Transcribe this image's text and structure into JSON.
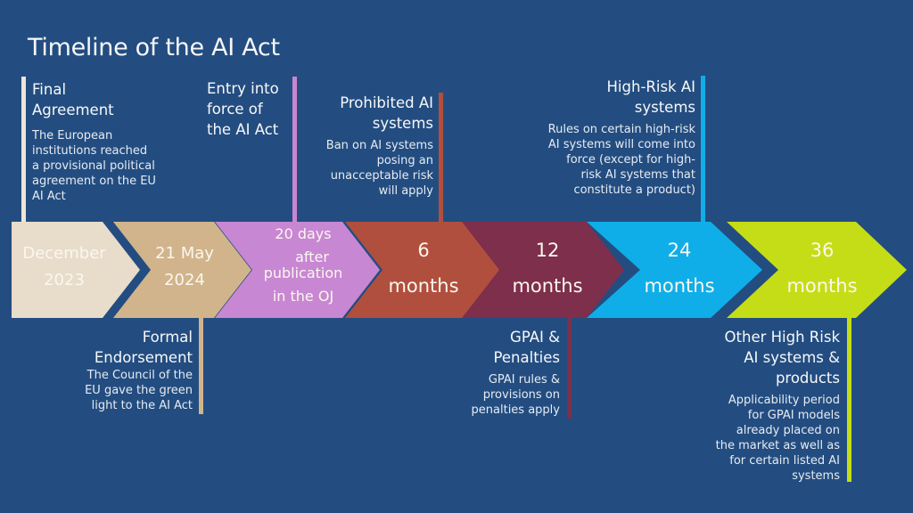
{
  "title": "Timeline of the AI Act",
  "colors": {
    "background": "#234d80",
    "stage1": "#e8dccb",
    "stage2": "#d1b48c",
    "stage3": "#c887d2",
    "stage4": "#b14f3e",
    "stage5": "#7e2f4b",
    "stage6": "#10aee8",
    "stage7": "#c5dd16"
  },
  "stages": [
    {
      "line1": "December",
      "line2": "2023"
    },
    {
      "line1": "21 May",
      "line2": "2024"
    },
    {
      "line1": "20 days",
      "line2": "after",
      "line3": "publication",
      "line4": "in the OJ"
    },
    {
      "line1": "6",
      "line2": "months"
    },
    {
      "line1": "12",
      "line2": "months"
    },
    {
      "line1": "24",
      "line2": "months"
    },
    {
      "line1": "36",
      "line2": "months"
    }
  ],
  "milestones": {
    "final_agreement": {
      "heading_1": "Final",
      "heading_2": "Agreement",
      "desc_1": "The European",
      "desc_2": "institutions reached",
      "desc_3": "a provisional political",
      "desc_4": "agreement on the EU",
      "desc_5": "AI Act"
    },
    "entry_into_force": {
      "heading_1": "Entry into",
      "heading_2": "force of",
      "heading_3": "the AI Act"
    },
    "prohibited": {
      "heading_1": "Prohibited AI",
      "heading_2": "systems",
      "desc_1": "Ban on AI systems",
      "desc_2": "posing an",
      "desc_3": "unacceptable risk",
      "desc_4": "will apply"
    },
    "high_risk": {
      "heading_1": "High-Risk AI",
      "heading_2": "systems",
      "desc_1": "Rules on certain high-risk",
      "desc_2": "AI systems will come into",
      "desc_3": "force (except for high-",
      "desc_4": "risk AI systems that",
      "desc_5": "constitute a product)"
    },
    "formal_endorsement": {
      "heading_1": "Formal",
      "heading_2": "Endorsement",
      "desc_1": "The Council of the",
      "desc_2": "EU gave the green",
      "desc_3": "light to the AI Act"
    },
    "gpai": {
      "heading_1": "GPAI &",
      "heading_2": "Penalties",
      "desc_1": "GPAI rules &",
      "desc_2": "provisions on",
      "desc_3": "penalties apply"
    },
    "other_high_risk": {
      "heading_1": "Other High Risk",
      "heading_2": "AI systems &",
      "heading_3": "products",
      "desc_1": "Applicability period",
      "desc_2": "for GPAI models",
      "desc_3": "already placed on",
      "desc_4": "the market as well as",
      "desc_5": "for certain listed AI",
      "desc_6": "systems"
    }
  }
}
